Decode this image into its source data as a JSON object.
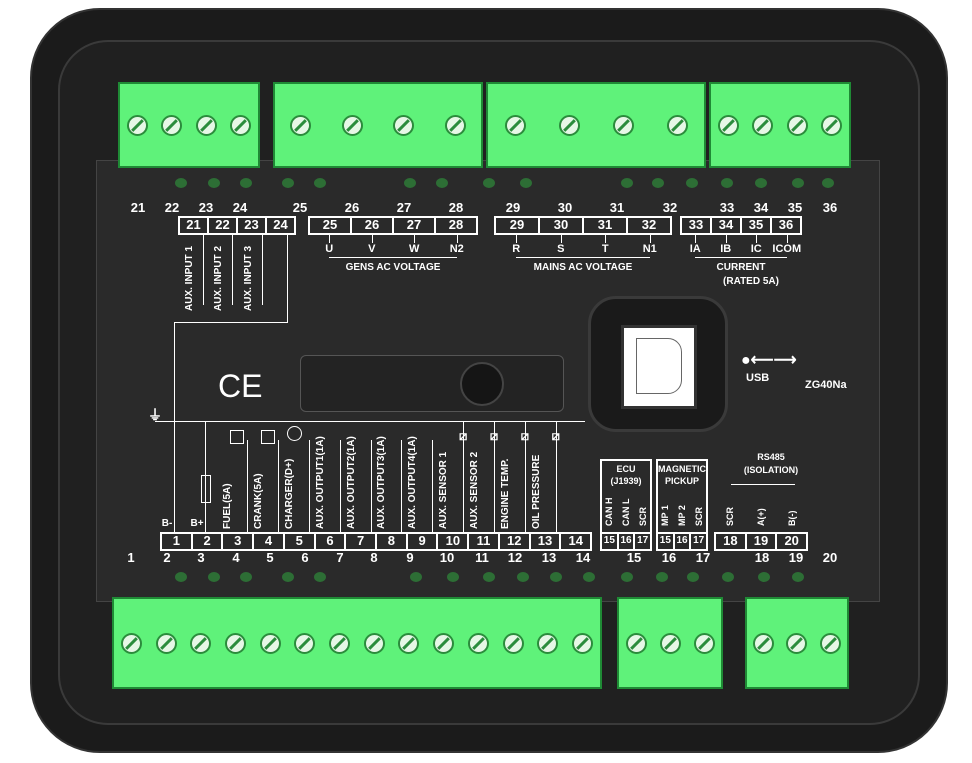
{
  "model": "ZG40Na",
  "usb_label": "USB",
  "ce_mark": "CE",
  "top": {
    "outer_numbers": [
      "21",
      "22",
      "23",
      "24",
      "25",
      "26",
      "27",
      "28",
      "29",
      "30",
      "31",
      "32",
      "33",
      "34",
      "35",
      "36"
    ],
    "groups": [
      {
        "cells": [
          "21",
          "22",
          "23",
          "24"
        ],
        "labels": [],
        "vlabels": [
          "AUX. INPUT 1",
          "AUX. INPUT 2",
          "AUX. INPUT 3"
        ]
      },
      {
        "cells": [
          "25",
          "26",
          "27",
          "28"
        ],
        "labels": [
          "U",
          "V",
          "W",
          "N2"
        ],
        "title": "GENS AC VOLTAGE"
      },
      {
        "cells": [
          "29",
          "30",
          "31",
          "32"
        ],
        "labels": [
          "R",
          "S",
          "T",
          "N1"
        ],
        "title": "MAINS AC VOLTAGE"
      },
      {
        "cells": [
          "33",
          "34",
          "35",
          "36"
        ],
        "labels": [
          "IA",
          "IB",
          "IC",
          "ICOM"
        ],
        "title": "CURRENT",
        "subtitle": "(RATED 5A)"
      }
    ]
  },
  "bottom": {
    "outer_numbers": [
      "1",
      "2",
      "3",
      "4",
      "5",
      "6",
      "7",
      "8",
      "9",
      "10",
      "11",
      "12",
      "13",
      "14",
      "15",
      "16",
      "17",
      "18",
      "19",
      "20"
    ],
    "main_cells": [
      "1",
      "2",
      "3",
      "4",
      "5",
      "6",
      "7",
      "8",
      "9",
      "10",
      "11",
      "12",
      "13",
      "14"
    ],
    "b_minus": "B-",
    "b_plus": "B+",
    "vlabels": [
      "FUEL(5A)",
      "CRANK(5A)",
      "CHARGER(D+)",
      "AUX. OUTPUT1(1A)",
      "AUX. OUTPUT2(1A)",
      "AUX. OUTPUT3(1A)",
      "AUX. OUTPUT4(1A)",
      "AUX. SENSOR 1",
      "AUX. SENSOR 2",
      "ENGINE TEMP.",
      "OIL PRESSURE"
    ],
    "ecu": {
      "title": "ECU",
      "subtitle": "(J1939)",
      "cells": [
        "15",
        "16",
        "17"
      ],
      "vlabels": [
        "CAN H",
        "CAN L",
        "SCR"
      ]
    },
    "pickup": {
      "title": "MAGNETIC",
      "subtitle": "PICKUP",
      "cells": [
        "15",
        "16",
        "17"
      ],
      "vlabels": [
        "MP 1",
        "MP 2",
        "SCR"
      ]
    },
    "rs485": {
      "title": "RS485",
      "subtitle": "(ISOLATION)",
      "cells": [
        "18",
        "19",
        "20"
      ],
      "vlabels": [
        "SCR",
        "A(+)",
        "B(-)"
      ]
    }
  },
  "colors": {
    "terminal": "#5ff27a",
    "panel": "#2a2a2a",
    "housing": "#1b1b1b"
  }
}
